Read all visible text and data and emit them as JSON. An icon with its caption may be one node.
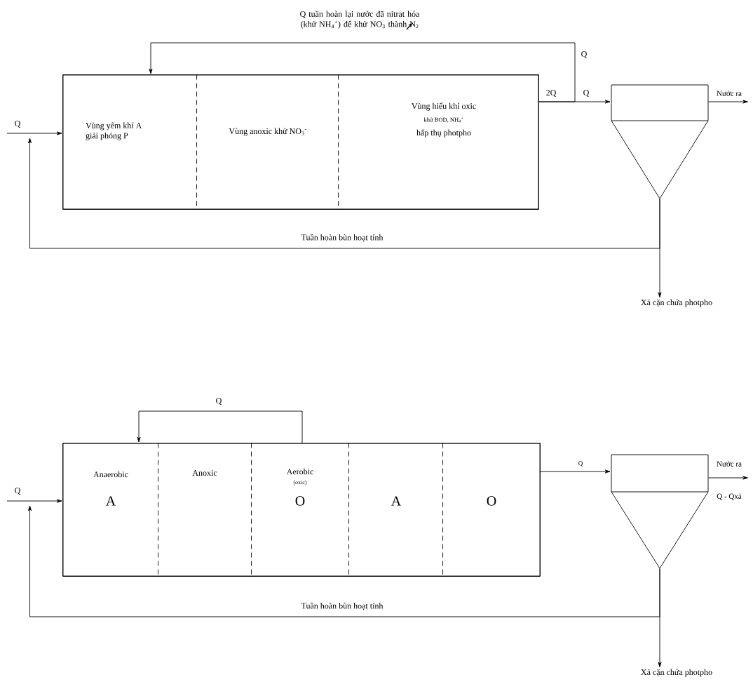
{
  "diagram": {
    "nodes": [
      {
        "text": [],
        "shape": "box"
      },
      {
        "text": [
          "Vùng yếm khí A giải phóng P"
        ],
        "in": 0
      },
      {
        "text": [
          "Vùng anoxic khử NO$_{3}$$^{-}$"
        ],
        "in": 0
      },
      {
        "text": [
          "Vùng hiếu khí oxic",
          "khử BOD, NH$_{4}$$^{+}$",
          "hấp thụ photpho"
        ],
        "in": 0
      },
      {
        "text": [],
        "shape": "tank"
      },
      {
        "text": [
          "Xả cặn chứa photpho"
        ]
      },
      {
        "text": [],
        "shape": "box"
      },
      {
        "text": [
          "Anaerobic",
          "A"
        ],
        "in": 6
      },
      {
        "text": [
          "Anoxic"
        ],
        "in": 6
      },
      {
        "text": [
          "Aerobic",
          "(oxic)",
          "O"
        ],
        "in": 6
      },
      {
        "text": [
          "A"
        ],
        "in": 6
      },
      {
        "text": [
          "O"
        ],
        "in": 6
      },
      {
        "text": [],
        "shape": "tank"
      },
      {
        "text": [
          "Xả cặn chứa photpho"
        ]
      }
    ],
    "edges": [
      {
        "from": null,
        "to": 0,
        "arrow": "to",
        "label": "Q"
      },
      {
        "from": 3,
        "to": 4,
        "arrow": "to",
        "label": "Q"
      },
      {
        "from": 3,
        "to": 1,
        "arrow": "to",
        "label": "Q"
      },
      {
        "from": 4,
        "to": null,
        "arrow": "to",
        "label": "Nước ra"
      },
      {
        "from": 4,
        "to": 0,
        "arrow": "to",
        "label": "Tuần hoàn bùn hoạt tính"
      },
      {
        "from": 4,
        "to": 5,
        "arrow": "to"
      },
      {
        "from": null,
        "to": 6,
        "arrow": "to",
        "label": "Q"
      },
      {
        "from": 9,
        "to": 7,
        "arrow": "to",
        "label": "Q"
      },
      {
        "from": 11,
        "to": 12,
        "arrow": "to",
        "label": "Q"
      },
      {
        "from": 12,
        "to": null,
        "arrow": "to",
        "label": "Nước ra"
      },
      {
        "from": 12,
        "to": 6,
        "arrow": "to",
        "label": "Tuần hoàn bùn hoạt tính"
      },
      {
        "from": 12,
        "to": 13,
        "arrow": "to"
      }
    ],
    "labels": [
      "Q tuần hoàn lại nước đã nitrat hóa (khử NH$_{4}$$^{+}$) để khử NO$_{3}$ thành N$_{2}$",
      "2Q",
      "Q - Qxả"
    ]
  }
}
